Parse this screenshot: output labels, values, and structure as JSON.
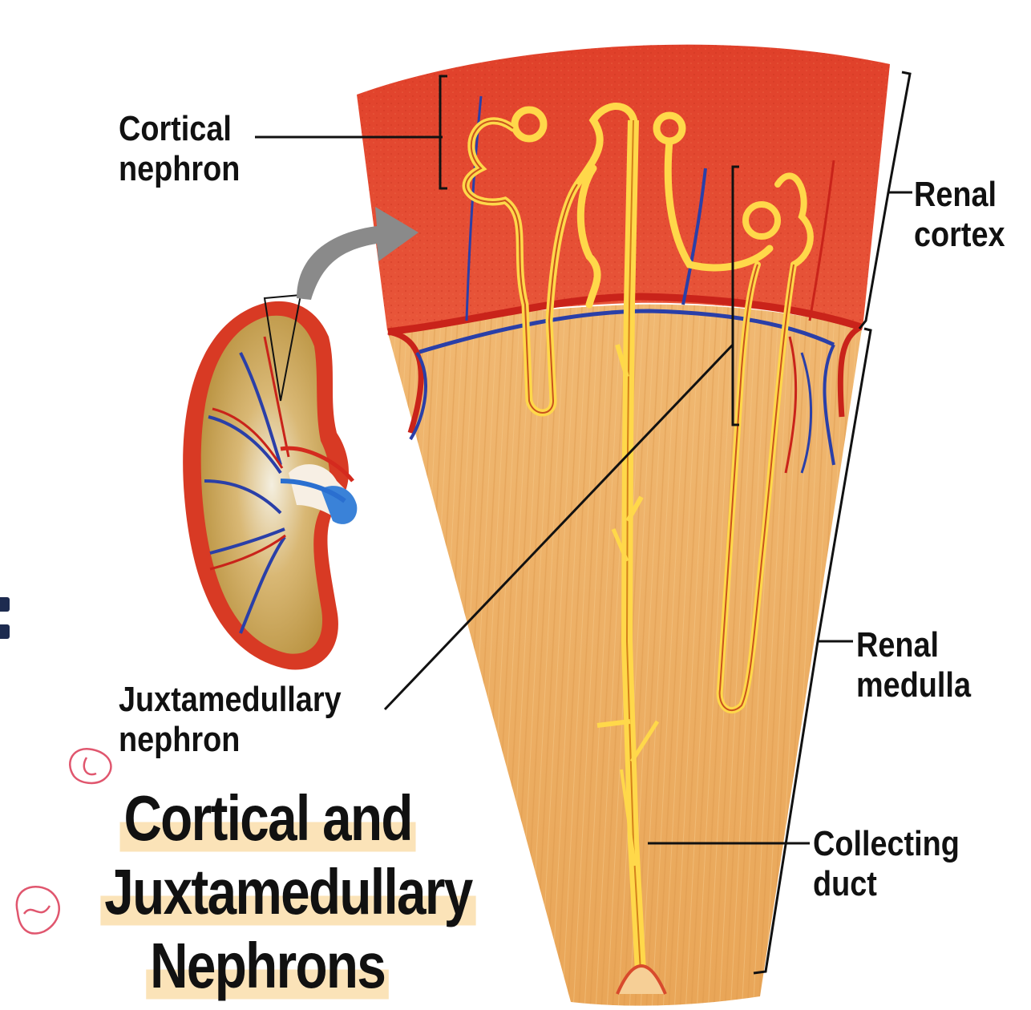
{
  "labels": {
    "cortical_nephron": [
      "Cortical",
      "nephron"
    ],
    "renal_cortex": [
      "Renal",
      "cortex"
    ],
    "renal_medulla": [
      "Renal",
      "medulla"
    ],
    "juxtamedullary_nephron": [
      "Juxtamedullary",
      "nephron"
    ],
    "collecting_duct": [
      "Collecting",
      "duct"
    ]
  },
  "title": [
    "Cortical and",
    "Juxtamedullary",
    "Nephrons"
  ],
  "colors": {
    "cortex": "#e2472a",
    "medulla": "#edae64",
    "artery": "#d42a1e",
    "vein": "#2a3fa8",
    "tubule": "#ffd84a",
    "annotation": "#e0566e",
    "highlight": "#fbe3b8"
  }
}
